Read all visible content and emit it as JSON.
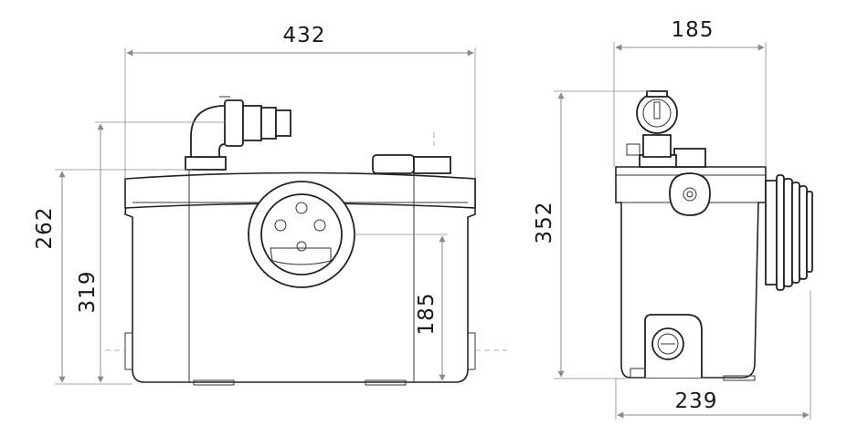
{
  "dimensions": {
    "front_width": "432",
    "front_height_body": "262",
    "front_height_outlet": "319",
    "front_height_inlet": "185",
    "side_depth_top": "185",
    "side_height": "352",
    "side_depth_bottom": "239"
  }
}
